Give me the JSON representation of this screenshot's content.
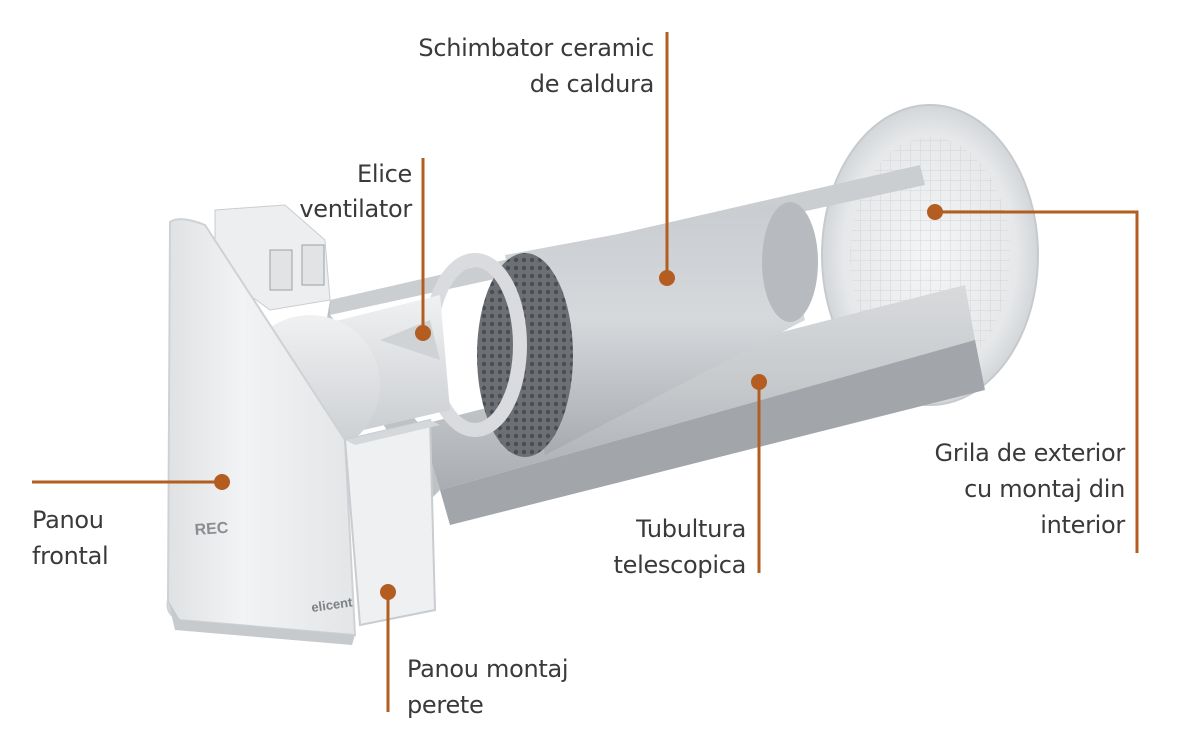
{
  "diagram": {
    "accent_color": "#b35d21",
    "text_color": "#3a3a3a",
    "body_color": "#e6e8ea",
    "labels": {
      "heat_exchanger": [
        "Schimbator ceramic",
        "de caldura"
      ],
      "fan": [
        "Elice",
        "ventilator"
      ],
      "outdoor_grille": [
        "Grila de exterior",
        "cu montaj din",
        "interior"
      ],
      "front_panel": [
        "Panou",
        "frontal"
      ],
      "telescopic_tube": [
        "Tubultura",
        "telescopica"
      ],
      "wall_panel": [
        "Panou montaj",
        "perete"
      ]
    },
    "device_marks": {
      "brand_small": "REC",
      "brand_large": "elicent"
    }
  }
}
